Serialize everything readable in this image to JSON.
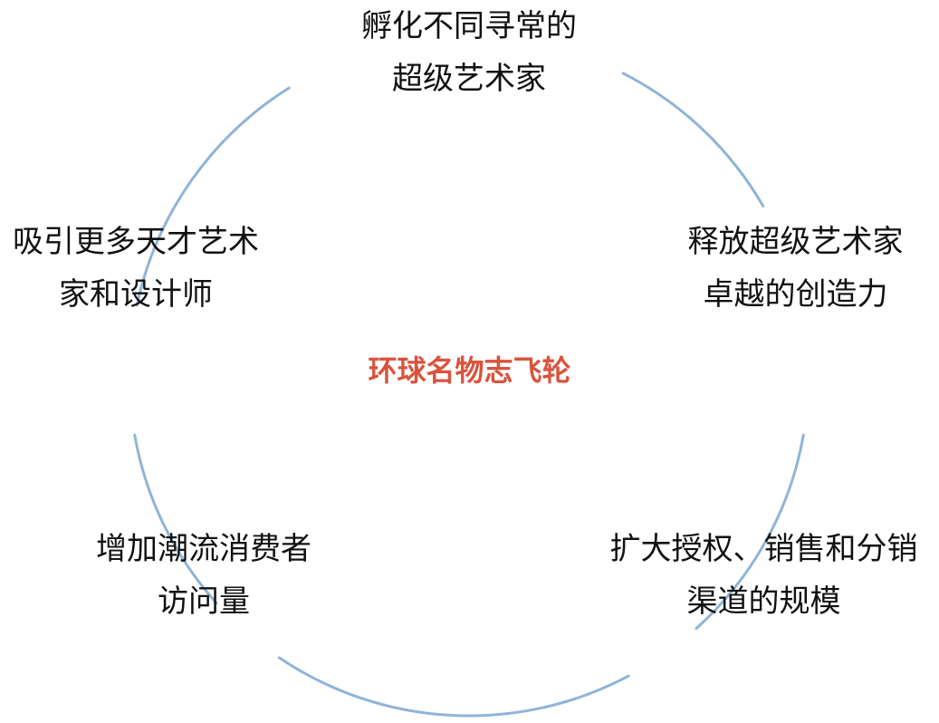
{
  "diagram": {
    "center_title": "环球名物志飞轮",
    "colors": {
      "ring": "#8fb4d8",
      "center_title": "#d9533d",
      "label": "#111111"
    },
    "nodes": [
      {
        "lines": [
          "孵化不同寻常的",
          "超级艺术家"
        ]
      },
      {
        "lines": [
          "释放超级艺术家",
          "卓越的创造力"
        ]
      },
      {
        "lines": [
          "扩大授权、销售和分销",
          "渠道的规模"
        ]
      },
      {
        "lines": [
          "增加潮流消费者",
          "访问量"
        ]
      },
      {
        "lines": [
          "吸引更多天才艺术",
          "家和设计师"
        ]
      }
    ]
  }
}
